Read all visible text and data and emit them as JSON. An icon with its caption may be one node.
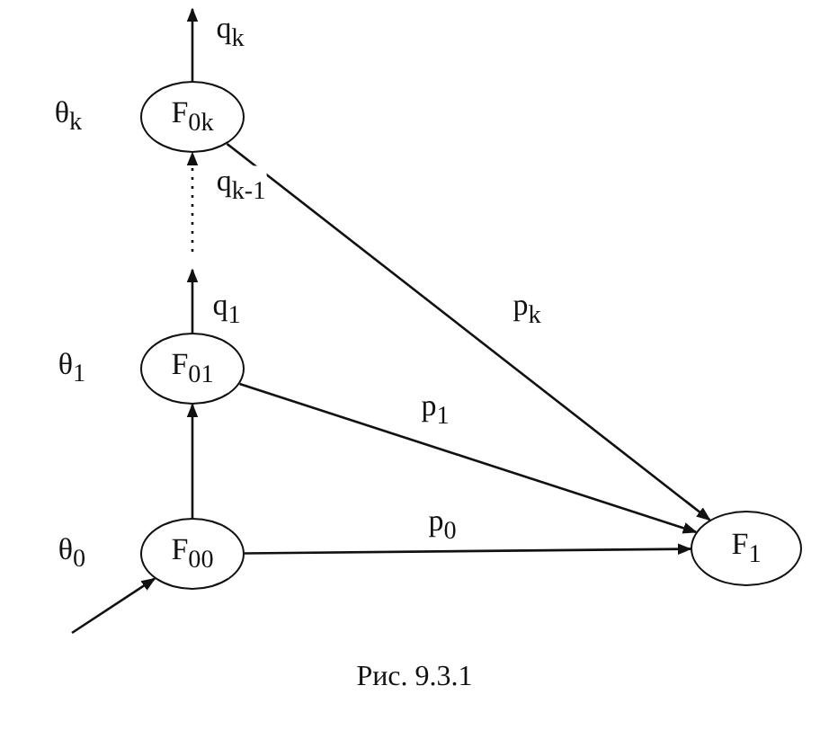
{
  "diagram": {
    "caption": "Рис. 9.3.1",
    "nodes": [
      {
        "text": [
          "F$_{0k}$"
        ],
        "beside": [
          "θ$_{k}$"
        ]
      },
      {
        "text": [
          "F$_{01}$"
        ],
        "beside": [
          "θ$_{1}$"
        ]
      },
      {
        "text": [
          "F$_{00}$"
        ],
        "beside": [
          "θ$_{0}$"
        ]
      },
      {
        "text": [
          "F$_{1}$"
        ]
      }
    ],
    "edges": [
      {
        "from": 0,
        "to": null,
        "arrow": "to",
        "label": "q$_{k}$"
      },
      {
        "from": null,
        "to": 0,
        "arrow": "to",
        "label": "q$_{k-1}$",
        "style": "dashed"
      },
      {
        "from": 1,
        "to": null,
        "arrow": "to",
        "label": "q$_{1}$"
      },
      {
        "from": 2,
        "to": 1,
        "arrow": "to"
      },
      {
        "from": null,
        "to": 2,
        "arrow": "to"
      },
      {
        "from": 0,
        "to": 3,
        "arrow": "to",
        "label": "p$_{k}$"
      },
      {
        "from": 1,
        "to": 3,
        "arrow": "to",
        "label": "p$_{1}$"
      },
      {
        "from": 2,
        "to": 3,
        "arrow": "to",
        "label": "p$_{0}$"
      }
    ]
  }
}
